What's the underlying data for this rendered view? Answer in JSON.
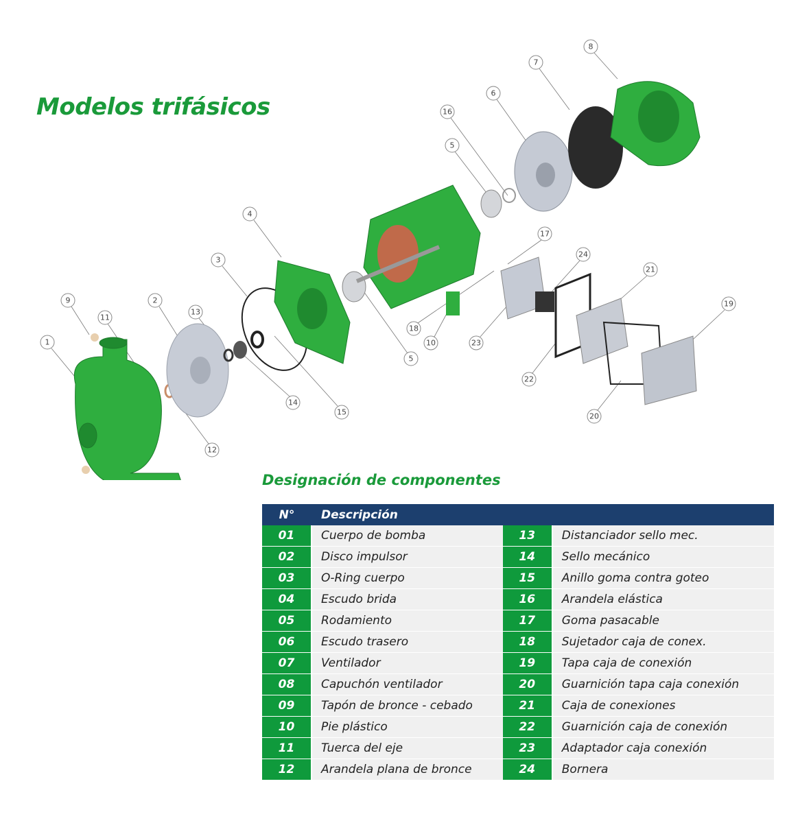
{
  "title": "Modelos trifásicos",
  "subtitle": "Designación de componentes",
  "colors": {
    "green": "#0f9a3c",
    "header": "#1c3f6e",
    "part_green": "#2fae3f"
  },
  "callouts": [
    "1",
    "2",
    "3",
    "4",
    "5",
    "5",
    "6",
    "7",
    "8",
    "9",
    "10",
    "11",
    "12",
    "13",
    "14",
    "15",
    "16",
    "17",
    "18",
    "19",
    "20",
    "21",
    "22",
    "23",
    "24"
  ],
  "table": {
    "header": {
      "num": "N°",
      "desc": "Descripción"
    },
    "rows": [
      {
        "n1": "01",
        "d1": "Cuerpo de bomba",
        "n2": "13",
        "d2": "Distanciador sello mec."
      },
      {
        "n1": "02",
        "d1": "Disco impulsor",
        "n2": "14",
        "d2": "Sello mecánico"
      },
      {
        "n1": "03",
        "d1": "O-Ring cuerpo",
        "n2": "15",
        "d2": "Anillo goma contra goteo"
      },
      {
        "n1": "04",
        "d1": "Escudo brida",
        "n2": "16",
        "d2": "Arandela elástica"
      },
      {
        "n1": "05",
        "d1": "Rodamiento",
        "n2": "17",
        "d2": "Goma pasacable"
      },
      {
        "n1": "06",
        "d1": "Escudo trasero",
        "n2": "18",
        "d2": "Sujetador caja de conex."
      },
      {
        "n1": "07",
        "d1": "Ventilador",
        "n2": "19",
        "d2": "Tapa caja de conexión"
      },
      {
        "n1": "08",
        "d1": "Capuchón ventilador",
        "n2": "20",
        "d2": "Guarnición tapa caja conexión"
      },
      {
        "n1": "09",
        "d1": "Tapón de bronce - cebado",
        "n2": "21",
        "d2": "Caja de conexiones"
      },
      {
        "n1": "10",
        "d1": "Pie plástico",
        "n2": "22",
        "d2": "Guarnición caja de conexión"
      },
      {
        "n1": "11",
        "d1": "Tuerca del eje",
        "n2": "23",
        "d2": "Adaptador caja conexión"
      },
      {
        "n1": "12",
        "d1": "Arandela plana de bronce",
        "n2": "24",
        "d2": "Bornera"
      }
    ]
  }
}
